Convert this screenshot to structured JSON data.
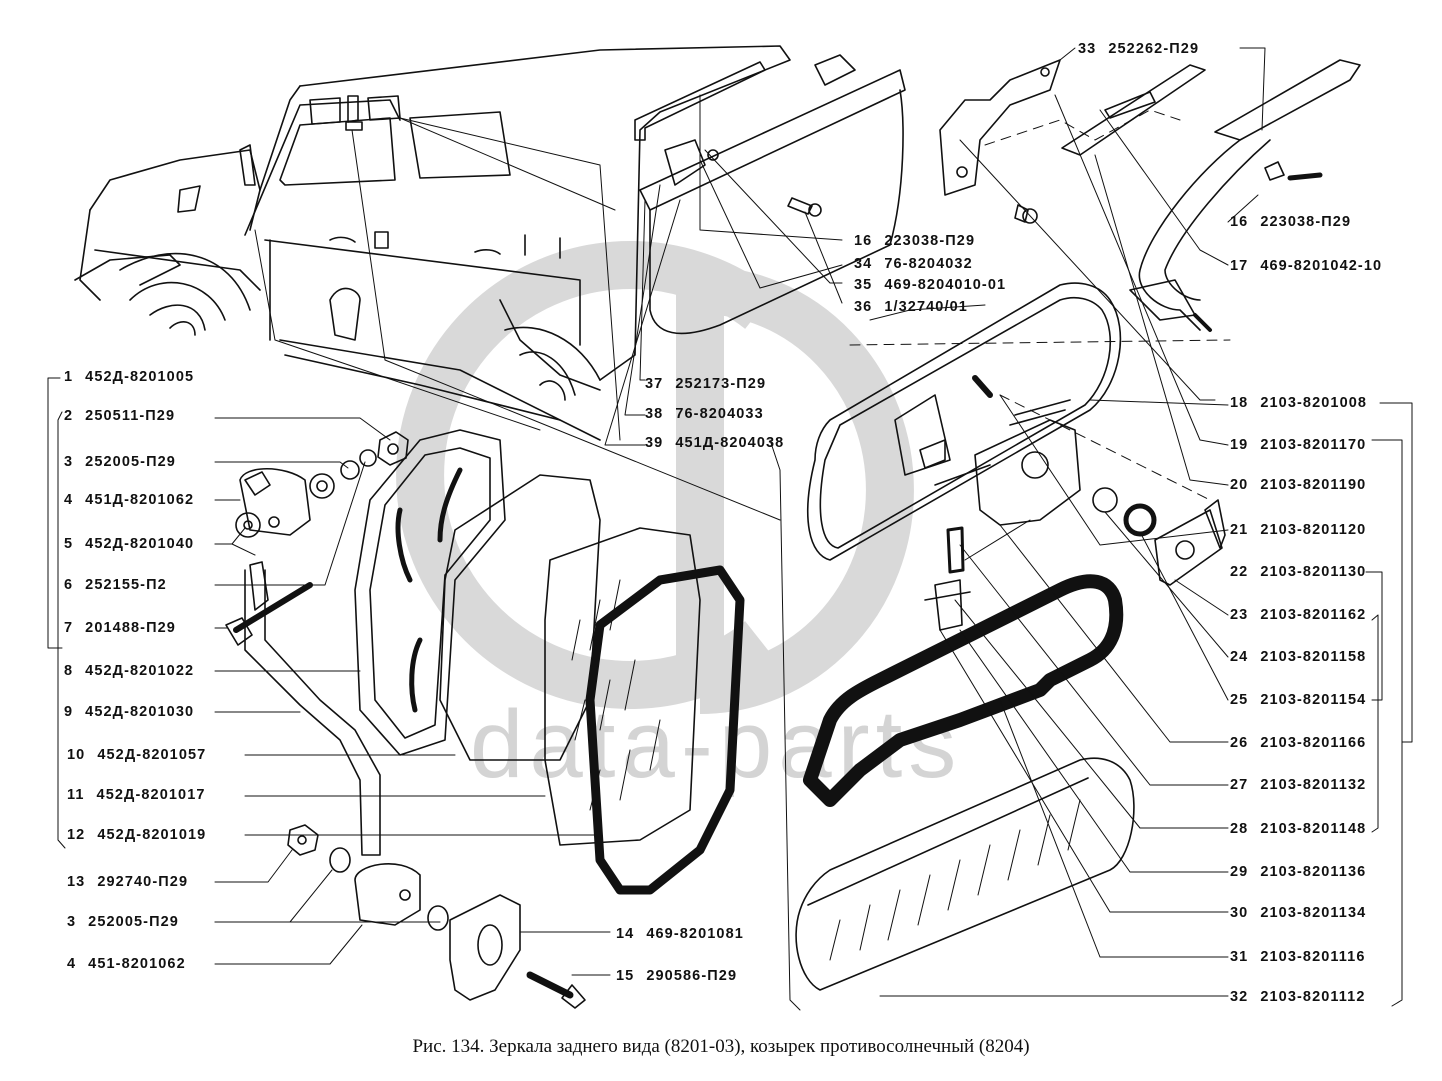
{
  "figure": {
    "caption": "Рис. 134. Зеркала заднего вида (8201-03), козырек противосолнечный (8204)",
    "watermark_text": "data-parts",
    "watermark_logo": "GD"
  },
  "colors": {
    "ink": "#111111",
    "watermark": "#d4d4d4",
    "background": "#ffffff"
  },
  "callouts": {
    "left": [
      {
        "num": "1",
        "part": "452Д-8201005"
      },
      {
        "num": "2",
        "part": "250511-П29"
      },
      {
        "num": "3",
        "part": "252005-П29"
      },
      {
        "num": "4",
        "part": "451Д-8201062"
      },
      {
        "num": "5",
        "part": "452Д-8201040"
      },
      {
        "num": "6",
        "part": "252155-П2"
      },
      {
        "num": "7",
        "part": "201488-П29"
      },
      {
        "num": "8",
        "part": "452Д-8201022"
      },
      {
        "num": "9",
        "part": "452Д-8201030"
      },
      {
        "num": "10",
        "part": "452Д-8201057"
      },
      {
        "num": "11",
        "part": "452Д-8201017"
      },
      {
        "num": "12",
        "part": "452Д-8201019"
      },
      {
        "num": "13",
        "part": "292740-П29"
      },
      {
        "num": "3",
        "part": "252005-П29"
      },
      {
        "num": "4",
        "part": "451-8201062"
      }
    ],
    "bottom_center": [
      {
        "num": "14",
        "part": "469-8201081"
      },
      {
        "num": "15",
        "part": "290586-П29"
      }
    ],
    "visor": [
      {
        "num": "16",
        "part": "223038-П29"
      },
      {
        "num": "34",
        "part": "76-8204032"
      },
      {
        "num": "35",
        "part": "469-8204010-01"
      },
      {
        "num": "36",
        "part": "1/32740/01"
      },
      {
        "num": "37",
        "part": "252173-П29"
      },
      {
        "num": "38",
        "part": "76-8204033"
      },
      {
        "num": "39",
        "part": "451Д-8204038"
      }
    ],
    "top_right": [
      {
        "num": "33",
        "part": "252262-П29"
      },
      {
        "num": "16",
        "part": "223038-П29"
      },
      {
        "num": "17",
        "part": "469-8201042-10"
      }
    ],
    "right": [
      {
        "num": "18",
        "part": "2103-8201008"
      },
      {
        "num": "19",
        "part": "2103-8201170"
      },
      {
        "num": "20",
        "part": "2103-8201190"
      },
      {
        "num": "21",
        "part": "2103-8201120"
      },
      {
        "num": "22",
        "part": "2103-8201130"
      },
      {
        "num": "23",
        "part": "2103-8201162"
      },
      {
        "num": "24",
        "part": "2103-8201158"
      },
      {
        "num": "25",
        "part": "2103-8201154"
      },
      {
        "num": "26",
        "part": "2103-8201166"
      },
      {
        "num": "27",
        "part": "2103-8201132"
      },
      {
        "num": "28",
        "part": "2103-8201148"
      },
      {
        "num": "29",
        "part": "2103-8201136"
      },
      {
        "num": "30",
        "part": "2103-8201134"
      },
      {
        "num": "31",
        "part": "2103-8201116"
      },
      {
        "num": "32",
        "part": "2103-8201112"
      }
    ]
  }
}
